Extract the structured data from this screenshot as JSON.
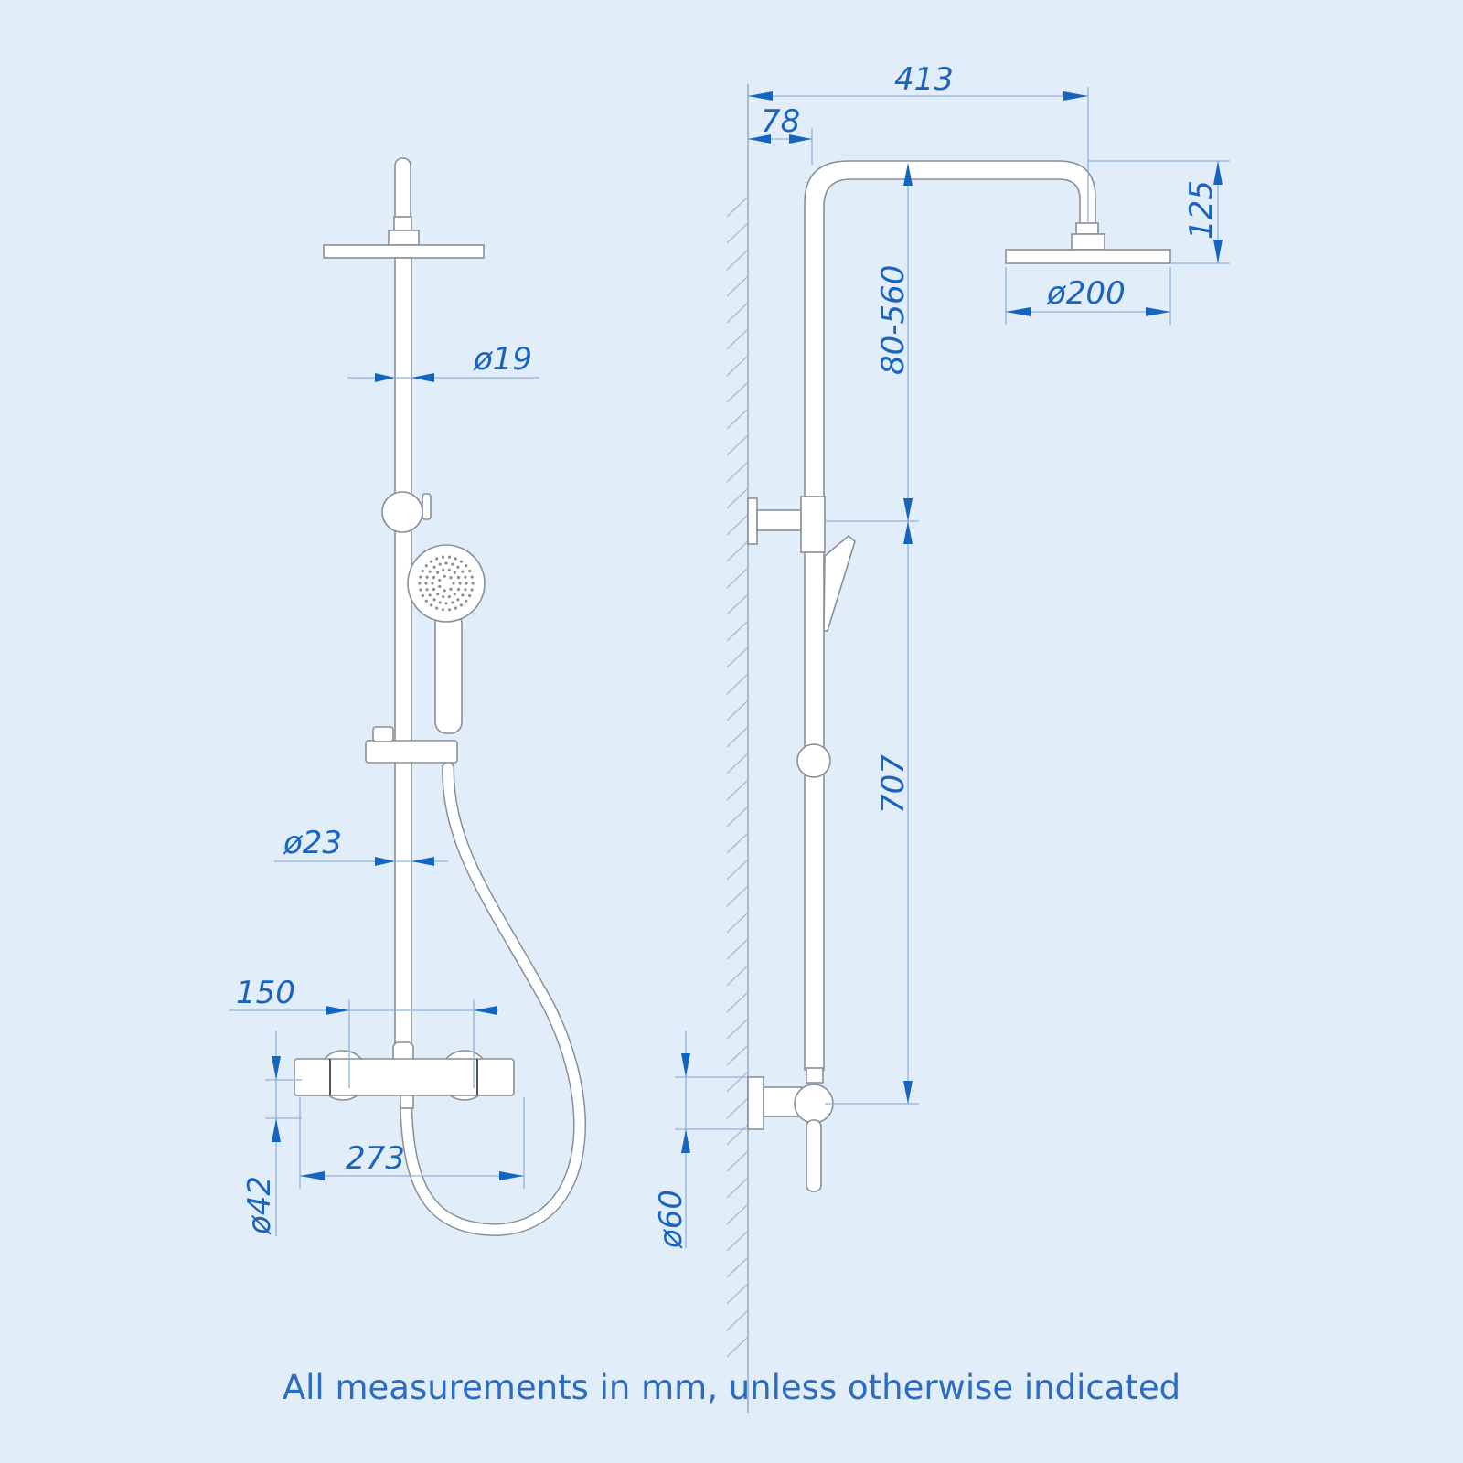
{
  "dimensions": {
    "riser_top_diameter": "ø19",
    "riser_bottom_diameter": "ø23",
    "valve_centres": "150",
    "valve_width": "273",
    "valve_diameter": "ø42",
    "overall_projection": "413",
    "wall_to_riser": "78",
    "head_drop": "125",
    "head_diameter": "ø200",
    "adjustable_height": "80-560",
    "bracket_spacing": "707",
    "bottom_connection_diameter": "ø60"
  },
  "footer": "All measurements in mm, unless otherwise indicated",
  "colors": {
    "background": "#e1edf9",
    "dimension": "#1565c0",
    "part_fill": "#ffffff",
    "outline": "#8a8f96"
  }
}
